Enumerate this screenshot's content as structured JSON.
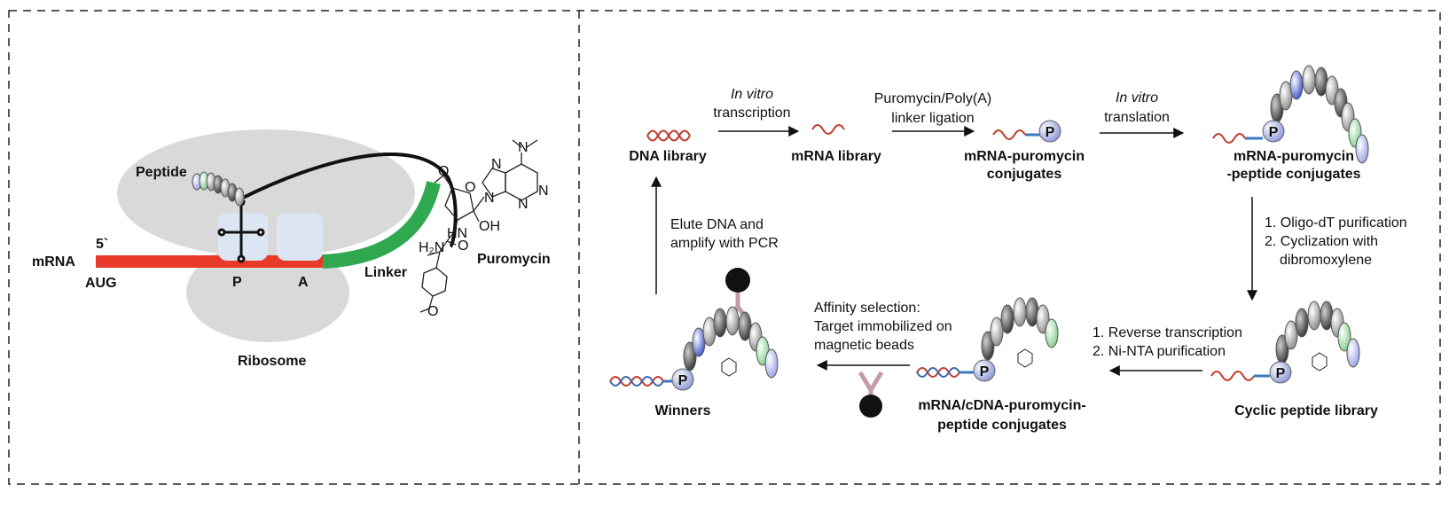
{
  "left_panel": {
    "labels": {
      "peptide": "Peptide",
      "mrna": "mRNA",
      "five_prime": "5`",
      "aug": "AUG",
      "p_site": "P",
      "a_site": "A",
      "linker": "Linker",
      "ribosome": "Ribosome",
      "puromycin": "Puromycin"
    },
    "chem_atoms": {
      "n_methyl": "N",
      "n1": "N",
      "n2": "N",
      "n3": "N",
      "n4": "N",
      "o_ring": "O",
      "o_ether": "O",
      "oh": "OH",
      "hn": "HN",
      "h2n": "H₂N",
      "o_carbonyl": "O",
      "o_methoxy": "O"
    }
  },
  "right_panel": {
    "nodes": {
      "dna_library": "DNA library",
      "mrna_library": "mRNA library",
      "mrna_puromycin": [
        "mRNA-puromycin",
        "conjugates"
      ],
      "mrna_puromycin_peptide": [
        "mRNA-puromycin",
        "-peptide conjugates"
      ],
      "cyclic_library": "Cyclic peptide library",
      "cdna_conjugates": [
        "mRNA/cDNA-puromycin-",
        "peptide conjugates"
      ],
      "winners": "Winners"
    },
    "steps": {
      "transcription": [
        "In vitro",
        "transcription"
      ],
      "ligation": [
        "Puromycin/Poly(A)",
        "linker ligation"
      ],
      "translation": [
        "In vitro",
        "translation"
      ],
      "purification_cyclization": [
        "1. Oligo-dT purification",
        "2. Cyclization with",
        "dibromoxylene"
      ],
      "rt_nta": [
        "1. Reverse transcription",
        "2. Ni-NTA purification"
      ],
      "affinity": [
        "Affinity selection:",
        "Target immobilized on",
        "magnetic beads"
      ],
      "elute": [
        "Elute DNA and",
        "amplify with PCR"
      ]
    },
    "p_label": "P"
  },
  "colors": {
    "mrna_red": "#e8392b",
    "linker_green": "#2fa84f",
    "ribosome_gray": "#d9d9d9",
    "site_blue": "#dce6f2",
    "puromycin_bead": "#aab4e8",
    "dna_blue": "#3a63b0",
    "dna_red": "#c0392b",
    "antibody_pink": "#c49aa8"
  }
}
